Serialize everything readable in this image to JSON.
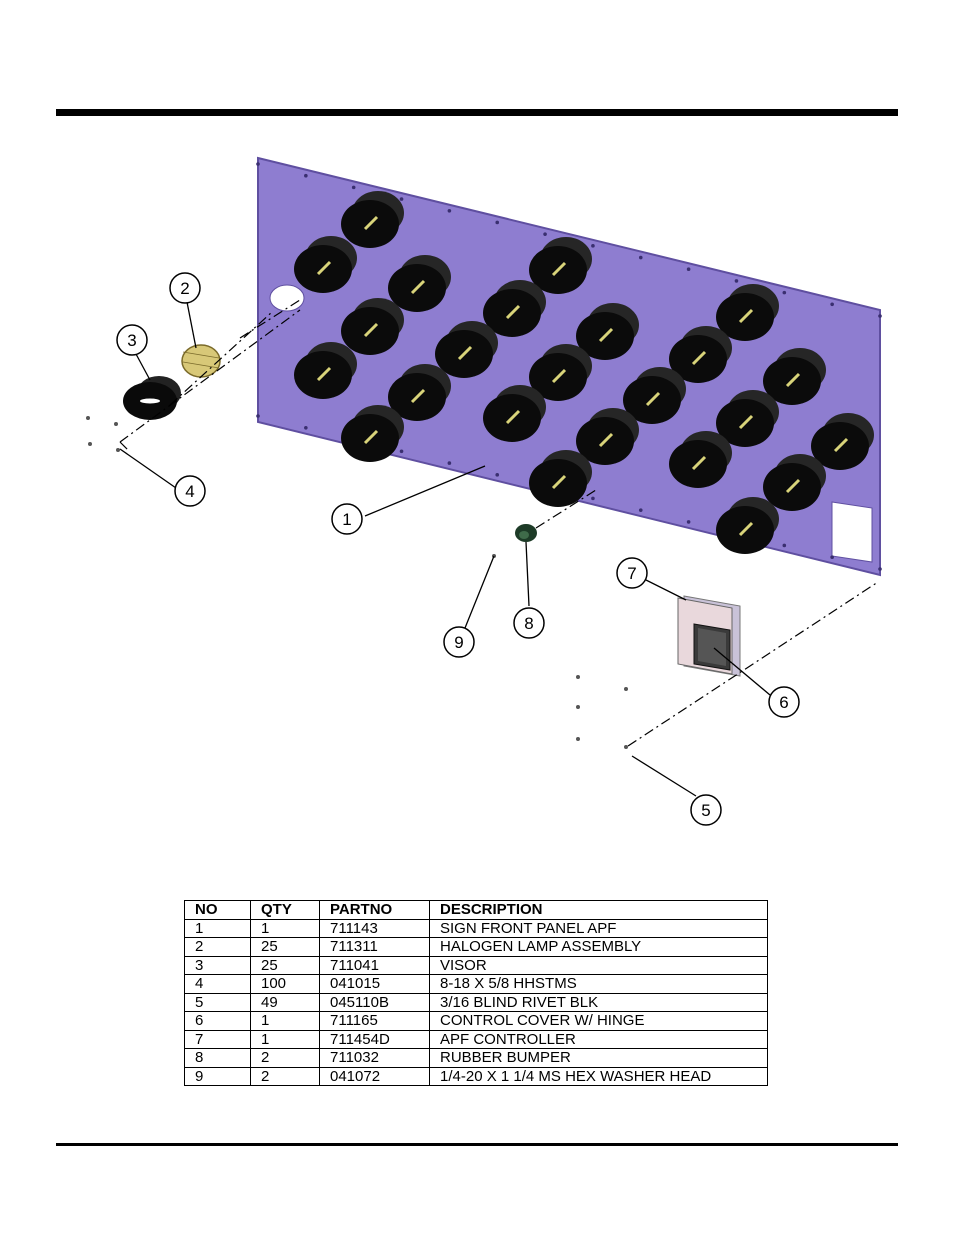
{
  "diagram": {
    "callouts": [
      "1",
      "2",
      "3",
      "4",
      "5",
      "6",
      "7",
      "8",
      "9"
    ],
    "colors": {
      "panel": "#8e7dd0",
      "panel_edge": "#5f4fa0",
      "lamp": "#111111",
      "lamp_highlight": "#d9d47a",
      "lens": "#d8c878",
      "controller": "#e9d8dc"
    }
  },
  "parts_table": {
    "headers": [
      "NO",
      "QTY",
      "PARTNO",
      "DESCRIPTION"
    ],
    "rows": [
      [
        "1",
        "1",
        "711143",
        "SIGN FRONT PANEL APF"
      ],
      [
        "2",
        "25",
        "711311",
        "HALOGEN LAMP ASSEMBLY"
      ],
      [
        "3",
        "25",
        "711041",
        "VISOR"
      ],
      [
        "4",
        "100",
        "041015",
        "8-18 X 5/8 HHSTMS"
      ],
      [
        "5",
        "49",
        "045110B",
        "3/16 BLIND RIVET BLK"
      ],
      [
        "6",
        "1",
        "711165",
        "CONTROL COVER W/ HINGE"
      ],
      [
        "7",
        "1",
        "711454D",
        "APF CONTROLLER"
      ],
      [
        "8",
        "2",
        "711032",
        "RUBBER BUMPER"
      ],
      [
        "9",
        "2",
        "041072",
        "1/4-20 X 1 1/4 MS HEX WASHER HEAD"
      ]
    ]
  }
}
